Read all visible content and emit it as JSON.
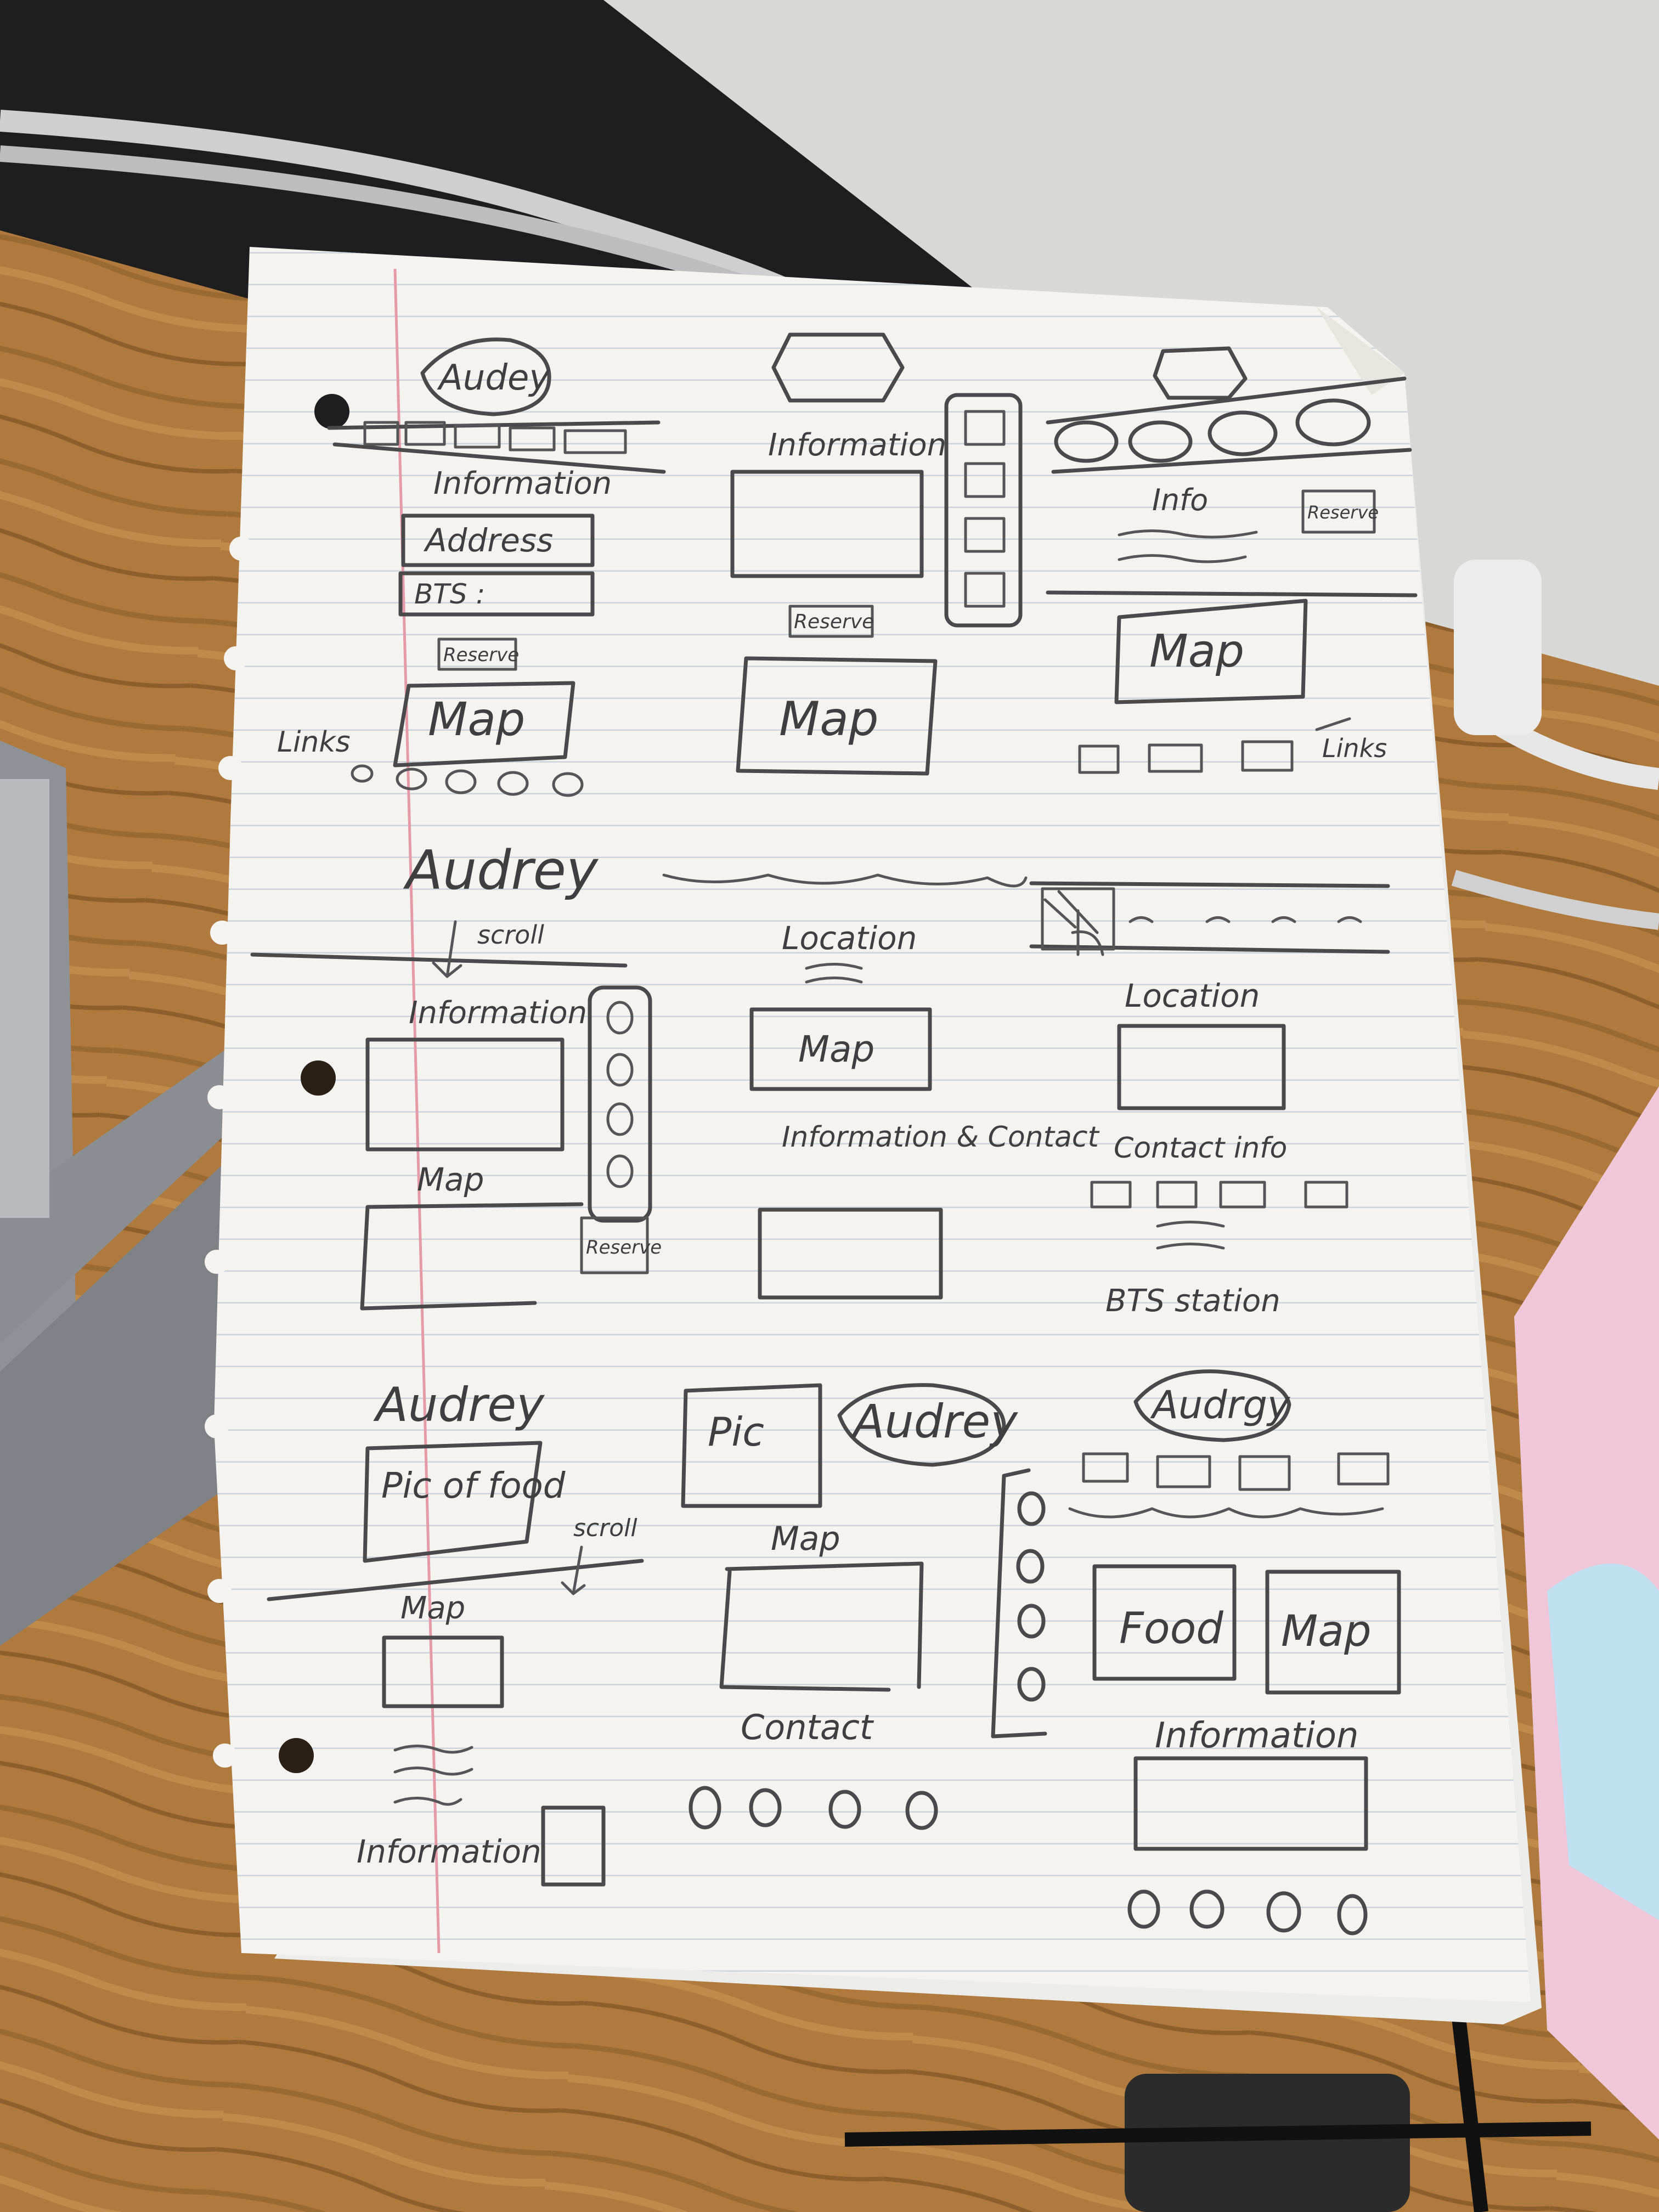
{
  "sketches": [
    {
      "brand": "Audey",
      "sections": [
        "Information",
        "Address",
        "BTS :",
        "Reserve",
        "Map",
        "Links"
      ]
    },
    {
      "sections": [
        "Information",
        "Reserve",
        "Map"
      ]
    },
    {
      "sections": [
        "Info",
        "Reserve",
        "Map",
        "Links"
      ]
    },
    {
      "brand": "Audrey",
      "note": "scroll",
      "sections": [
        "Information",
        "Map",
        "Reserve"
      ]
    },
    {
      "sections": [
        "Location",
        "Map",
        "Information & Contact"
      ]
    },
    {
      "sections": [
        "Location",
        "Contact info",
        "BTS station"
      ]
    },
    {
      "brand": "Audrey",
      "note": "scroll",
      "sections": [
        "Pic of food",
        "Map",
        "Information"
      ]
    },
    {
      "brand": "Audrey",
      "sections": [
        "Pic",
        "Map",
        "Contact"
      ]
    },
    {
      "brand": "Audrgy",
      "sections": [
        "Food",
        "Map",
        "Information"
      ]
    }
  ],
  "colors": {
    "paper": "#f4f3ef",
    "pencil": "#4a4a4a",
    "desk": "#b07a3e",
    "wall": "#dcdcdc",
    "margin_line": "#e59aa8",
    "rule_line": "#c9cfd8"
  }
}
